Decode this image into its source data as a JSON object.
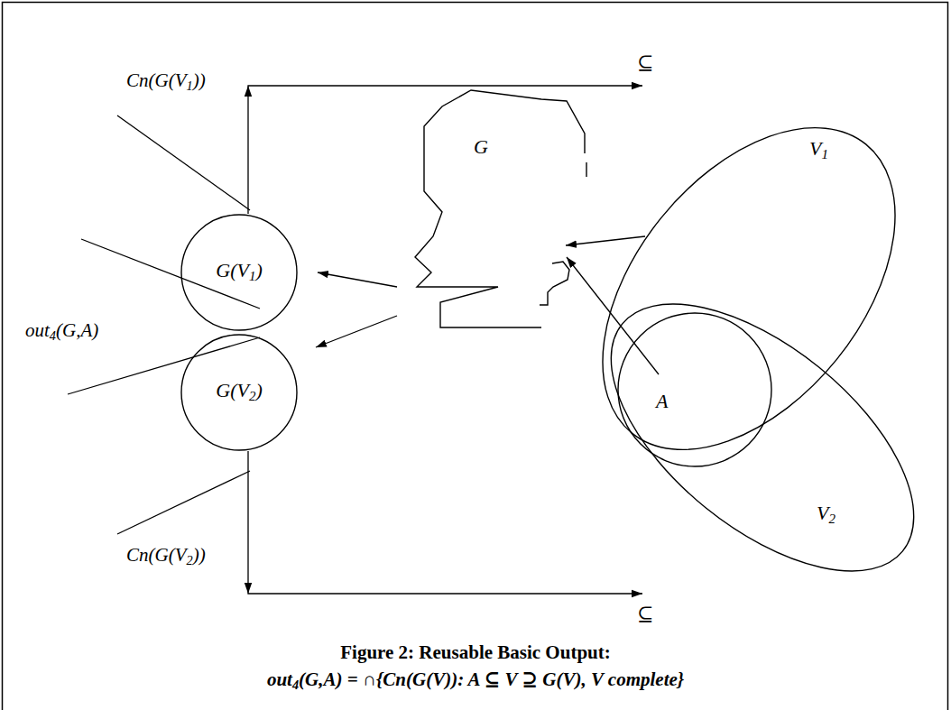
{
  "diagram": {
    "title": "Figure 2: Reusable Basic Output:",
    "caption": "out4(G,A) = ∩{Cn(G(V)): A ⊆ V ⊇ G(V), V complete}",
    "nodes": [
      {
        "text": [
          "G(V1)"
        ]
      },
      {
        "text": [
          "G(V2)"
        ]
      },
      {
        "text": [
          "G"
        ]
      },
      {
        "text": [
          "V1"
        ]
      },
      {
        "text": [
          "A"
        ],
        "in": 3
      },
      {
        "text": [
          "V2"
        ]
      }
    ],
    "edges": [
      {
        "from": 2,
        "to": 0,
        "arrow": "to"
      },
      {
        "from": 2,
        "to": 1,
        "arrow": "to"
      },
      {
        "from": 0,
        "to": 3,
        "arrow": "to",
        "label": "⊆"
      },
      {
        "from": 1,
        "to": 5,
        "arrow": "to",
        "label": "⊆"
      },
      {
        "from": 3,
        "to": 2,
        "arrow": "to"
      },
      {
        "from": 4,
        "to": 2,
        "arrow": "to"
      }
    ],
    "labels": [
      "Cn(G(V1))",
      "out4(G,A)",
      "Cn(G(V2))"
    ]
  }
}
